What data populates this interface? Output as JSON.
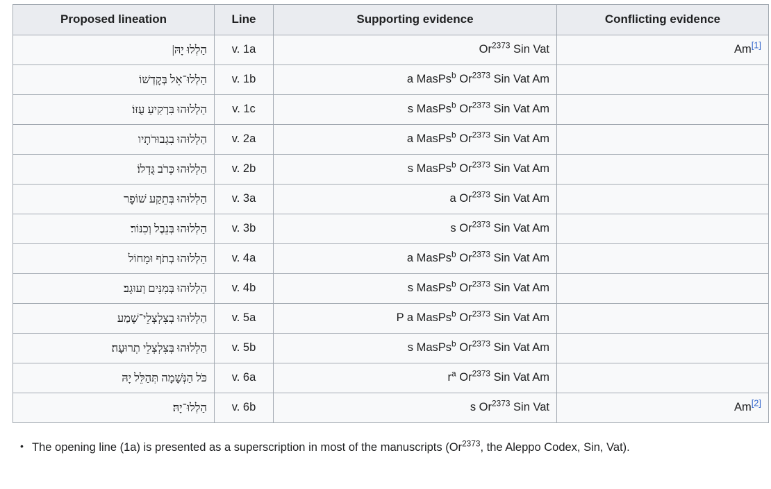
{
  "table": {
    "headers": [
      "Proposed lineation",
      "Line",
      "Supporting evidence",
      "Conflicting evidence"
    ],
    "rows": [
      {
        "lineation": "הַלְלוּ יָהּ|",
        "line": "v. 1a",
        "support_prefix": "",
        "support_main": "Or",
        "support_sup": "2373",
        "support_tail": " Sin Vat",
        "support_plain": "Or2373 Sin Vat",
        "conflict": "Am",
        "conflict_ref": "[1]"
      },
      {
        "lineation": "הַלְלוּ־אֵל בְּקׇדְשׁוֹ",
        "line": "v. 1b",
        "support_prefix": "a MasPs",
        "support_prefix_sup": "b",
        "support_main": "Or",
        "support_sup": "2373",
        "support_tail": " Sin Vat Am",
        "support_plain": "a MasPsb Or2373 Sin Vat Am",
        "conflict": "",
        "conflict_ref": ""
      },
      {
        "lineation": "הַלְלוּהוּ בִּרְקִיעַ עֻזּוֹ׃",
        "line": "v. 1c",
        "support_prefix": "s MasPs",
        "support_prefix_sup": "b",
        "support_main": "Or",
        "support_sup": "2373",
        "support_tail": " Sin Vat Am",
        "support_plain": "s MasPsb Or2373 Sin Vat Am",
        "conflict": "",
        "conflict_ref": ""
      },
      {
        "lineation": "הַלְלוּהוּ בִגְבוּרֹתָיו",
        "line": "v. 2a",
        "support_prefix": "a MasPs",
        "support_prefix_sup": "b",
        "support_main": "Or",
        "support_sup": "2373",
        "support_tail": " Sin Vat Am",
        "support_plain": "a MasPsb Or2373 Sin Vat Am",
        "conflict": "",
        "conflict_ref": ""
      },
      {
        "lineation": "הַלְלוּהוּ כְּרֹב גֻּדְלוֹ׃",
        "line": "v. 2b",
        "support_prefix": "s MasPs",
        "support_prefix_sup": "b",
        "support_main": "Or",
        "support_sup": "2373",
        "support_tail": " Sin Vat Am",
        "support_plain": "s MasPsb Or2373 Sin Vat Am",
        "conflict": "",
        "conflict_ref": ""
      },
      {
        "lineation": "הַלְלוּהוּ בְּתֵקַע שׁוֹפָר",
        "line": "v. 3a",
        "support_prefix": "a ",
        "support_prefix_sup": "",
        "support_main": "Or",
        "support_sup": "2373",
        "support_tail": " Sin Vat Am",
        "support_plain": "a Or2373 Sin Vat Am",
        "conflict": "",
        "conflict_ref": ""
      },
      {
        "lineation": "הַלְלוּהוּ בְּנֵבֶל וְכִנּוֹר׃",
        "line": "v. 3b",
        "support_prefix": "s ",
        "support_prefix_sup": "",
        "support_main": "Or",
        "support_sup": "2373",
        "support_tail": " Sin Vat Am",
        "support_plain": "s Or2373 Sin Vat Am",
        "conflict": "",
        "conflict_ref": ""
      },
      {
        "lineation": "הַלְלוּהוּ בְתֹף וּמָחוֹל",
        "line": "v. 4a",
        "support_prefix": "a MasPs",
        "support_prefix_sup": "b",
        "support_main": "Or",
        "support_sup": "2373",
        "support_tail": " Sin Vat Am",
        "support_plain": "a MasPsb Or2373 Sin Vat Am",
        "conflict": "",
        "conflict_ref": ""
      },
      {
        "lineation": "הַלְלוּהוּ בְּמִנִּים וְעוּגָב׃",
        "line": "v. 4b",
        "support_prefix": "s MasPs",
        "support_prefix_sup": "b",
        "support_main": "Or",
        "support_sup": "2373",
        "support_tail": " Sin Vat Am",
        "support_plain": "s MasPsb Or2373 Sin Vat Am",
        "conflict": "",
        "conflict_ref": ""
      },
      {
        "lineation": "הַלְלוּהוּ בְצִלְצְלֵי־שָׁמַע",
        "line": "v. 5a",
        "support_prefix": "P a MasPs",
        "support_prefix_sup": "b",
        "support_main": "Or",
        "support_sup": "2373",
        "support_tail": " Sin Vat Am",
        "support_plain": "P a MasPsb Or2373 Sin Vat Am",
        "conflict": "",
        "conflict_ref": ""
      },
      {
        "lineation": "הַלְלוּהוּ בְּצִלְצְלֵי תְרוּעָה׃",
        "line": "v. 5b",
        "support_prefix": "s MasPs",
        "support_prefix_sup": "b",
        "support_main": "Or",
        "support_sup": "2373",
        "support_tail": " Sin Vat Am",
        "support_plain": "s MasPsb Or2373 Sin Vat Am",
        "conflict": "",
        "conflict_ref": ""
      },
      {
        "lineation": "כֹּל הַנְּשָׁמָה תְּהַלֵּל יָהּ",
        "line": "v. 6a",
        "support_prefix": "r",
        "support_prefix_sup": "a",
        "support_main": " Or",
        "support_sup": "2373",
        "support_tail": " Sin Vat Am",
        "support_plain": "ra Or2373 Sin Vat Am",
        "conflict": "",
        "conflict_ref": ""
      },
      {
        "lineation": "הַלְלוּ־יָהּ׃",
        "line": "v. 6b",
        "support_prefix": "s ",
        "support_prefix_sup": "",
        "support_main": "Or",
        "support_sup": "2373",
        "support_tail": " Sin Vat",
        "support_plain": "s Or2373 Sin Vat",
        "conflict": "Am",
        "conflict_ref": "[2]"
      }
    ]
  },
  "notes": [
    {
      "text_before": "The opening line (1a) is presented as a superscription in most of the manuscripts (Or",
      "sup": "2373",
      "text_after": ", the Aleppo Codex, Sin, Vat)."
    }
  ],
  "colors": {
    "header_bg": "#eaecf0",
    "cell_bg": "#f8f9fa",
    "border": "#a2a9b1",
    "text": "#202122",
    "link": "#3366cc"
  }
}
